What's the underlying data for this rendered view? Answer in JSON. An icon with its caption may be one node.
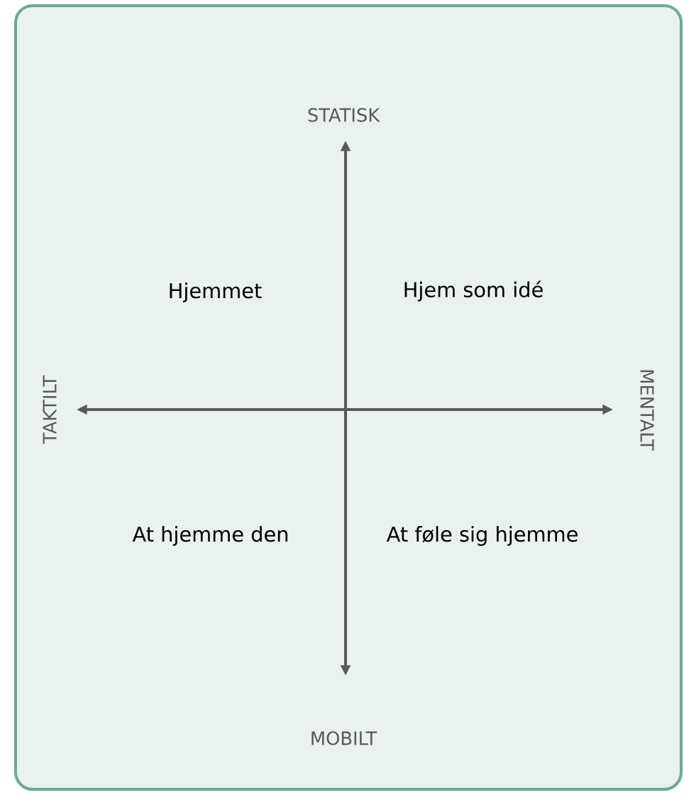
{
  "diagram": {
    "labels": [
      "STATISK",
      "Hjemmet",
      "Hjem som idé",
      "TAKTILT",
      "MENTALT",
      "At hjemme den",
      "At føle sig hjemme",
      "MOBILT"
    ]
  }
}
